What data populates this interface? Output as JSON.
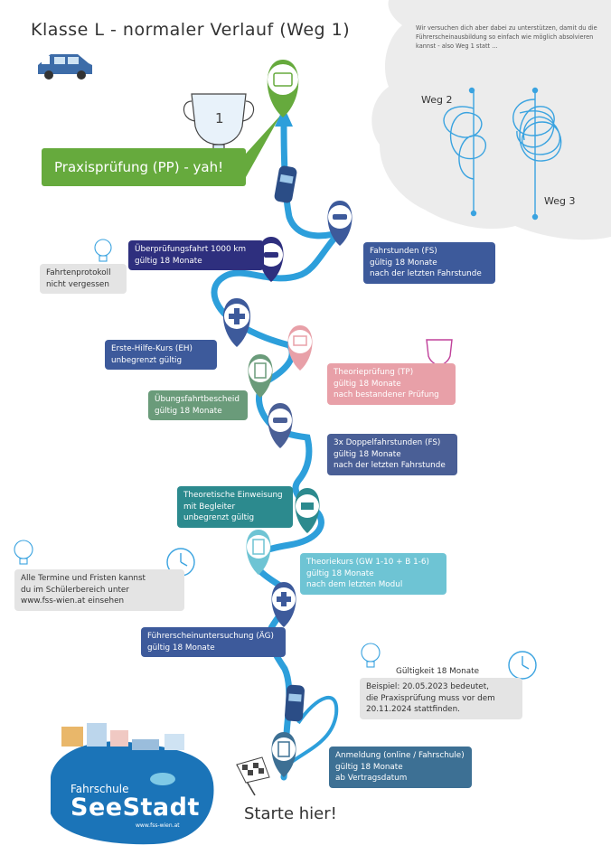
{
  "title": "Klasse L - normaler Verlauf (Weg 1)",
  "cloud_text": "Wir versuchen dich aber dabei zu unterstützen, damit du die Führerscheinausbildung so einfach wie möglich absolvieren kannst - also Weg 1 statt ...",
  "weg2": "Weg 2",
  "weg3": "Weg 3",
  "trophy_number": "1",
  "praxis": "Praxisprüfung (PP) - yah!",
  "steps": {
    "ueberpruefung": [
      "Überprüfungsfahrt 1000 km",
      "gültig 18 Monate"
    ],
    "fahrstunden": [
      "Fahrstunden (FS)",
      "gültig 18 Monate",
      "nach der letzten Fahrstunde"
    ],
    "erstehilfe": [
      "Erste-Hilfe-Kurs (EH)",
      "unbegrenzt gültig"
    ],
    "theoriepruefung": [
      "Theorieprüfung (TP)",
      "gültig 18 Monate",
      "nach bestandener Prüfung"
    ],
    "uebungsfahrt": [
      "Übungsfahrtbescheid",
      "gültig 18 Monate"
    ],
    "doppelfahrstunden": [
      "3x Doppelfahrstunden (FS)",
      "gültig 18 Monate",
      "nach der letzten Fahrstunde"
    ],
    "einweisung": [
      "Theoretische Einweisung",
      "mit Begleiter",
      "unbegrenzt gültig"
    ],
    "theoriekurs": [
      "Theoriekurs (GW 1-10 + B 1-6)",
      "gültig 18 Monate",
      "nach dem letzten Modul"
    ],
    "untersuchung": [
      "Führerscheinuntersuchung (ÄG)",
      "gültig 18 Monate"
    ],
    "anmeldung": [
      "Anmeldung (online / Fahrschule)",
      "gültig 18 Monate",
      "ab Vertragsdatum"
    ]
  },
  "notes": {
    "protokoll": [
      "Fahrtenprotokoll",
      "nicht vergessen"
    ],
    "termine": [
      "Alle Termine und Fristen kannst",
      "du im Schülerbereich unter",
      "www.fss-wien.at einsehen"
    ],
    "gueltigkeit_title": "Gültigkeit 18 Monate",
    "gueltigkeit": [
      "Beispiel: 20.05.2023 bedeutet,",
      "die Praxisprüfung muss vor dem",
      "20.11.2024 stattfinden."
    ]
  },
  "start": "Starte hier!",
  "logo": {
    "sub": "Fahrschule",
    "main": "SeeStadt",
    "url": "www.fss-wien.at"
  },
  "colors": {
    "road": "#2d9fdb",
    "navy": "#2e2f7e",
    "blue": "#3d5a9b",
    "teal": "#2c8a8e",
    "pink": "#e8a0a8",
    "green_gray": "#6a9b7a",
    "slate": "#4a5f96",
    "cyan": "#6ec4d4",
    "steel": "#3d7094",
    "praxis_green": "#66aa3d"
  }
}
